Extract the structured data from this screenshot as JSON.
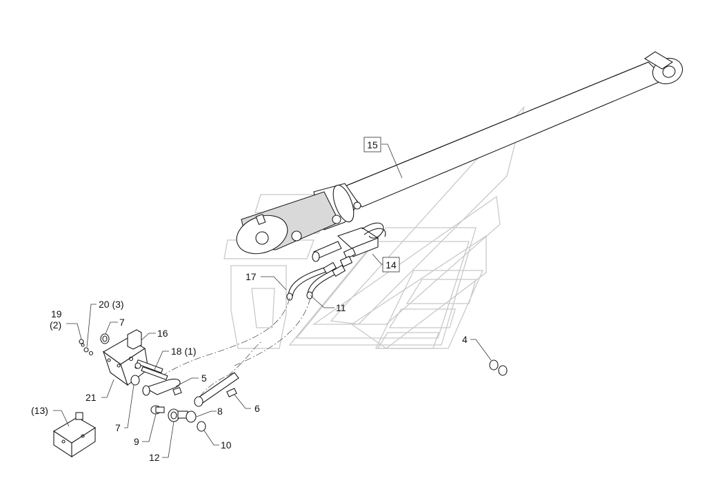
{
  "colors": {
    "line": "#1a1a1a",
    "watermark": "#c8c8c8",
    "background": "#ffffff"
  },
  "callouts": {
    "c4": "4",
    "c5": "5",
    "c6": "6",
    "c7a": "7",
    "c7b": "7",
    "c8": "8",
    "c9": "9",
    "c10": "10",
    "c11": "11",
    "c12": "12",
    "c13": "(13)",
    "c14": "14",
    "c15": "15",
    "c16": "16",
    "c17": "17",
    "c18": "18 (1)",
    "c19": "19",
    "c19b": "(2)",
    "c20": "20 (3)",
    "c21": "21"
  }
}
